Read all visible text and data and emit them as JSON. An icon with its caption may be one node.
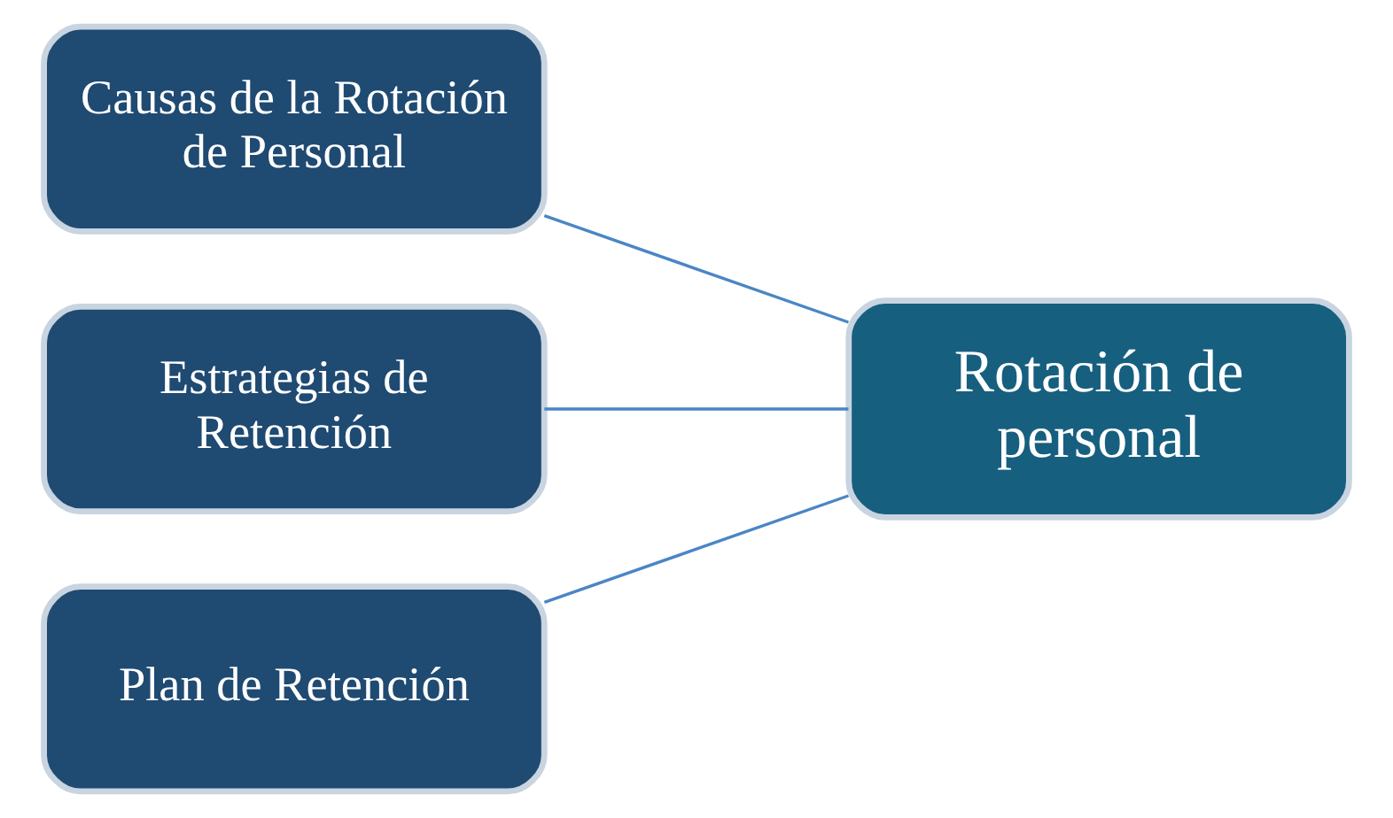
{
  "diagram": {
    "nodes": [
      {
        "text": [
          "Causas de la Rotación de Personal"
        ]
      },
      {
        "text": [
          "Estrategias de Retención"
        ]
      },
      {
        "text": [
          "Plan de Retención"
        ]
      },
      {
        "text": [
          "Rotación de personal"
        ]
      }
    ],
    "edges": [
      {
        "from": 0,
        "to": 3,
        "arrow": "none"
      },
      {
        "from": 1,
        "to": 3,
        "arrow": "none"
      },
      {
        "from": 2,
        "to": 3,
        "arrow": "none"
      }
    ]
  }
}
